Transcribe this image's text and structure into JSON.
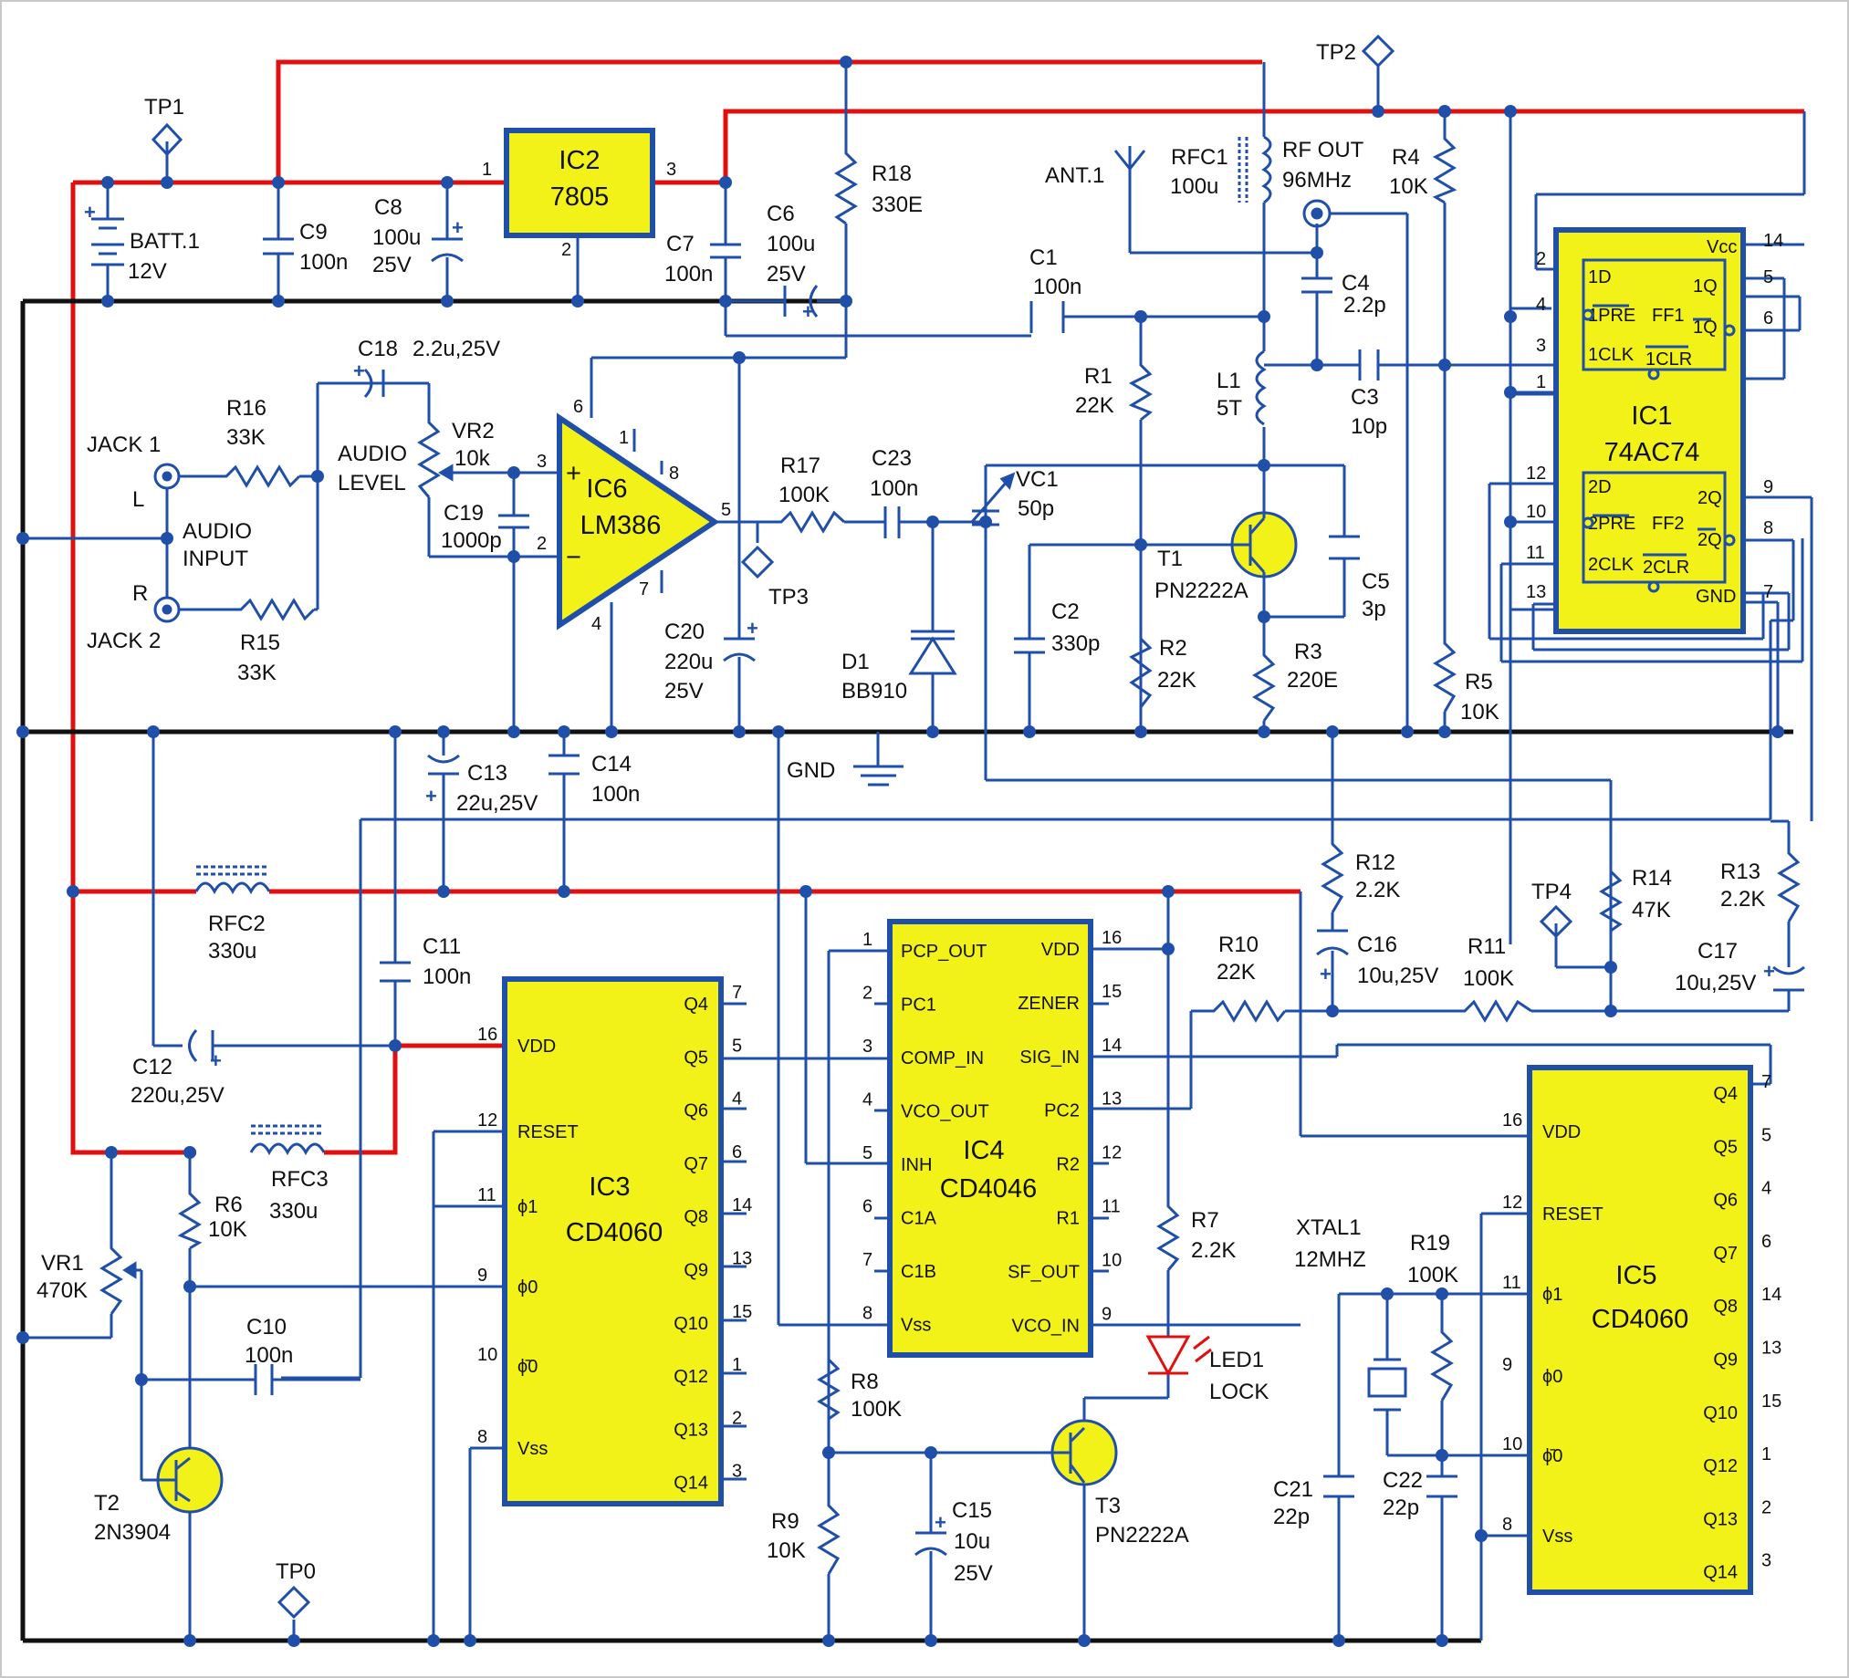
{
  "colors": {
    "wire": "#1f4fa8",
    "supply_rail": "#e01010",
    "ground_rail": "#111111",
    "ic_fill": "#f2f218",
    "led": "#e01010"
  },
  "labels": {
    "tp1": "TP1",
    "tp2": "TP2",
    "tp3": "TP3",
    "tp4": "TP4",
    "tp0": "TP0",
    "batt": "BATT.1",
    "batt_v": "12V",
    "c9": "C9",
    "c9_v": "100n",
    "c8": "C8",
    "c8_v1": "100u",
    "c8_v2": "25V",
    "c7": "C7",
    "c7_v": "100n",
    "c6": "C6",
    "c6_v1": "100u",
    "c6_v2": "25V",
    "r18": "R18",
    "r18_v": "330E",
    "ant": "ANT.1",
    "rfc1": "RFC1",
    "rfc1_v": "100u",
    "rfout1": "RF OUT",
    "rfout2": "96MHz",
    "r4": "R4",
    "r4_v": "10K",
    "c1": "C1",
    "c1_v": "100n",
    "c4": "C4",
    "c4_v": "2.2p",
    "c18": "C18",
    "c18_v": "2.2u,25V",
    "r16": "R16",
    "r16_v": "33K",
    "jack1": "JACK 1",
    "jack_l": "L",
    "jack_r": "R",
    "jack2": "JACK 2",
    "audio_in1": "AUDIO",
    "audio_in2": "INPUT",
    "audio_lvl1": "AUDIO",
    "audio_lvl2": "LEVEL",
    "vr2": "VR2",
    "vr2_v": "10k",
    "c19": "C19",
    "c19_v": "1000p",
    "r15": "R15",
    "r15_v": "33K",
    "r1": "R1",
    "r1_v": "22K",
    "l1": "L1",
    "l1_v": "5T",
    "c3": "C3",
    "c3_v": "10p",
    "r17": "R17",
    "r17_v": "100K",
    "c23": "C23",
    "c23_v": "100n",
    "vc1": "VC1",
    "vc1_v": "50p",
    "t1": "T1",
    "t1_v": "PN2222A",
    "c5": "C5",
    "c5_v": "3p",
    "c2": "C2",
    "c2_v": "330p",
    "r2": "R2",
    "r2_v": "22K",
    "r3": "R3",
    "r3_v": "220E",
    "r5": "R5",
    "r5_v": "10K",
    "c20": "C20",
    "c20_v1": "220u",
    "c20_v2": "25V",
    "d1": "D1",
    "d1_v": "BB910",
    "gnd": "GND",
    "c13": "C13",
    "c13_v": "22u,25V",
    "c14": "C14",
    "c14_v": "100n",
    "r12": "R12",
    "r12_v": "2.2K",
    "r14": "R14",
    "r14_v": "47K",
    "r13": "R13",
    "r13_v": "2.2K",
    "c16": "C16",
    "c16_v": "10u,25V",
    "r10": "R10",
    "r10_v": "22K",
    "r11": "R11",
    "r11_v": "100K",
    "c17": "C17",
    "c17_v": "10u,25V",
    "rfc2": "RFC2",
    "rfc2_v": "330u",
    "rfc3": "RFC3",
    "rfc3_v": "330u",
    "c11": "C11",
    "c11_v": "100n",
    "c12": "C12",
    "c12_v": "220u,25V",
    "r6": "R6",
    "r6_v": "10K",
    "vr1": "VR1",
    "vr1_v": "470K",
    "c10": "C10",
    "c10_v": "100n",
    "t2": "T2",
    "t2_v": "2N3904",
    "r7": "R7",
    "r7_v": "2.2K",
    "led1": "LED1",
    "led1_v": "LOCK",
    "r8": "R8",
    "r8_v": "100K",
    "r9": "R9",
    "r9_v": "10K",
    "c15": "C15",
    "c15_v1": "10u",
    "c15_v2": "25V",
    "t3": "T3",
    "t3_v": "PN2222A",
    "xtal": "XTAL1",
    "xtal_v": "12MHZ",
    "r19": "R19",
    "r19_v": "100K",
    "c21": "C21",
    "c21_v": "22p",
    "c22": "C22",
    "c22_v": "22p"
  },
  "ic2": {
    "name": "IC2",
    "part": "7805",
    "pins": [
      "1",
      "3",
      "2"
    ]
  },
  "ic6": {
    "name": "IC6",
    "part": "LM386",
    "pins": [
      "6",
      "1",
      "8",
      "3",
      "2",
      "5",
      "7",
      "4"
    ],
    "plus": "+",
    "minus": "−"
  },
  "ic1": {
    "name": "IC1",
    "part": "74AC74",
    "left_pins": [
      "2",
      "4",
      "3",
      "1",
      "12",
      "10",
      "11",
      "13"
    ],
    "right_pins": [
      "14",
      "5",
      "6",
      "9",
      "8",
      "7"
    ],
    "texts": [
      "Vcc",
      "1D",
      "1Q",
      "1PRE",
      "FF1",
      "1Q",
      "1CLK",
      "1CLR",
      "2D",
      "2Q",
      "2PRE",
      "FF2",
      "2Q",
      "2CLK",
      "2CLR",
      "GND"
    ]
  },
  "ic3": {
    "name": "IC3",
    "part": "CD4060",
    "left": [
      {
        "pin": "16",
        "label": "VDD"
      },
      {
        "pin": "12",
        "label": "RESET"
      },
      {
        "pin": "11",
        "label": "ϕ1"
      },
      {
        "pin": "9",
        "label": "ϕ0"
      },
      {
        "pin": "10",
        "label": "ϕ̄0"
      },
      {
        "pin": "8",
        "label": "Vss"
      }
    ],
    "right": [
      {
        "pin": "7",
        "label": "Q4"
      },
      {
        "pin": "5",
        "label": "Q5"
      },
      {
        "pin": "4",
        "label": "Q6"
      },
      {
        "pin": "6",
        "label": "Q7"
      },
      {
        "pin": "14",
        "label": "Q8"
      },
      {
        "pin": "13",
        "label": "Q9"
      },
      {
        "pin": "15",
        "label": "Q10"
      },
      {
        "pin": "1",
        "label": "Q12"
      },
      {
        "pin": "2",
        "label": "Q13"
      },
      {
        "pin": "3",
        "label": "Q14"
      }
    ]
  },
  "ic4": {
    "name": "IC4",
    "part": "CD4046",
    "left": [
      {
        "pin": "1",
        "label": "PCP_OUT"
      },
      {
        "pin": "2",
        "label": "PC1"
      },
      {
        "pin": "3",
        "label": "COMP_IN"
      },
      {
        "pin": "4",
        "label": "VCO_OUT"
      },
      {
        "pin": "5",
        "label": "INH"
      },
      {
        "pin": "6",
        "label": "C1A"
      },
      {
        "pin": "7",
        "label": "C1B"
      },
      {
        "pin": "8",
        "label": "Vss"
      }
    ],
    "right": [
      {
        "pin": "16",
        "label": "VDD"
      },
      {
        "pin": "15",
        "label": "ZENER"
      },
      {
        "pin": "14",
        "label": "SIG_IN"
      },
      {
        "pin": "13",
        "label": "PC2"
      },
      {
        "pin": "12",
        "label": "R2"
      },
      {
        "pin": "11",
        "label": "R1"
      },
      {
        "pin": "10",
        "label": "SF_OUT"
      },
      {
        "pin": "9",
        "label": "VCO_IN"
      }
    ]
  },
  "ic5": {
    "name": "IC5",
    "part": "CD4060",
    "left": [
      {
        "pin": "16",
        "label": "VDD"
      },
      {
        "pin": "12",
        "label": "RESET"
      },
      {
        "pin": "11",
        "label": "ϕ1"
      },
      {
        "pin": "9",
        "label": "ϕ0"
      },
      {
        "pin": "10",
        "label": "ϕ̄0"
      },
      {
        "pin": "8",
        "label": "Vss"
      }
    ],
    "right": [
      {
        "pin": "7",
        "label": "Q4"
      },
      {
        "pin": "5",
        "label": "Q5"
      },
      {
        "pin": "4",
        "label": "Q6"
      },
      {
        "pin": "6",
        "label": "Q7"
      },
      {
        "pin": "14",
        "label": "Q8"
      },
      {
        "pin": "13",
        "label": "Q9"
      },
      {
        "pin": "15",
        "label": "Q10"
      },
      {
        "pin": "1",
        "label": "Q12"
      },
      {
        "pin": "2",
        "label": "Q13"
      },
      {
        "pin": "3",
        "label": "Q14"
      }
    ]
  }
}
